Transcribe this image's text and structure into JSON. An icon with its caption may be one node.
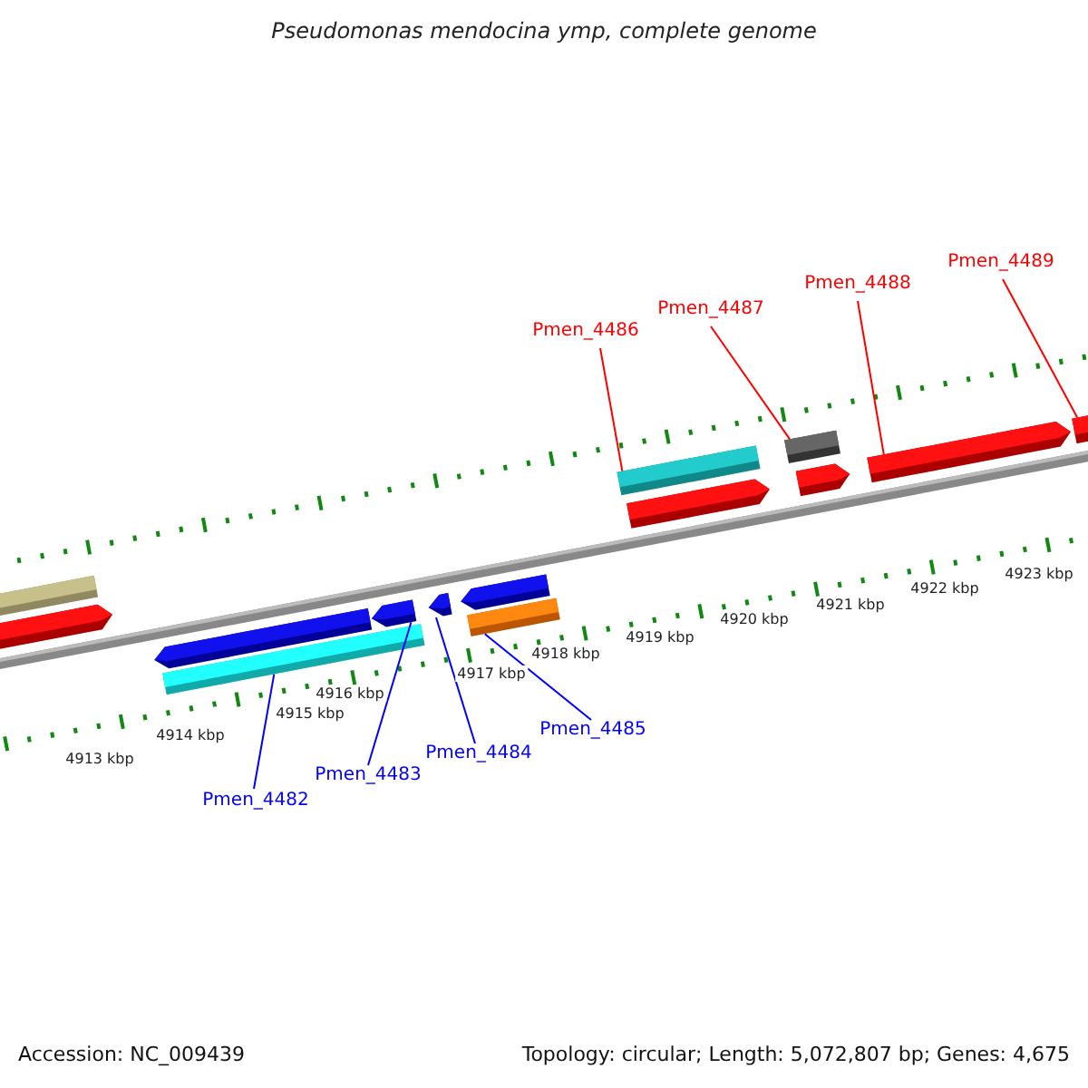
{
  "diagram": {
    "title": "Pseudomonas mendocina ymp, complete genome",
    "nodes": [
      {
        "text": [
          "Pmen_4486"
        ]
      },
      {
        "text": [
          "Pmen_4487"
        ]
      },
      {
        "text": [
          "Pmen_4488"
        ]
      },
      {
        "text": [
          "Pmen_4489"
        ]
      },
      {
        "text": [
          "Pmen_4482"
        ]
      },
      {
        "text": [
          "Pmen_4483"
        ]
      },
      {
        "text": [
          "Pmen_4484"
        ]
      },
      {
        "text": [
          "Pmen_4485"
        ]
      },
      {
        "text": [],
        "shape": "bar"
      },
      {
        "text": [],
        "shape": "arrow"
      },
      {
        "text": [],
        "shape": "arrow"
      },
      {
        "text": [],
        "shape": "bar"
      },
      {
        "text": [],
        "shape": "bar"
      },
      {
        "text": [],
        "shape": "bar"
      },
      {
        "text": [],
        "shape": "arrow"
      },
      {
        "text": [],
        "shape": "arrow"
      }
    ],
    "edges": [
      {
        "from": 0,
        "to": 12,
        "arrow": "none",
        "color": "#ff0000"
      },
      {
        "from": 1,
        "to": 13,
        "arrow": "none",
        "color": "#ff0000"
      },
      {
        "from": 2,
        "to": 14,
        "arrow": "none",
        "color": "#ff0000"
      },
      {
        "from": 3,
        "to": 15,
        "arrow": "none",
        "color": "#ff0000"
      },
      {
        "from": 4,
        "to": 8,
        "arrow": "none",
        "color": "#0000ff"
      },
      {
        "from": 5,
        "to": 9,
        "arrow": "none",
        "color": "#0000ff"
      },
      {
        "from": 6,
        "to": 10,
        "arrow": "none",
        "color": "#0000ff"
      },
      {
        "from": 7,
        "to": 11,
        "arrow": "none",
        "color": "#0000ff"
      }
    ],
    "labels": [
      "4913 kbp",
      "4914 kbp",
      "4915 kbp",
      "4916 kbp",
      "4917 kbp",
      "4918 kbp",
      "4919 kbp",
      "4920 kbp",
      "4921 kbp",
      "4922 kbp",
      "4923 kbp",
      "Accession: NC_009439",
      "Topology: circular; Length: 5,072,807 bp; Genes: 4,675"
    ]
  }
}
